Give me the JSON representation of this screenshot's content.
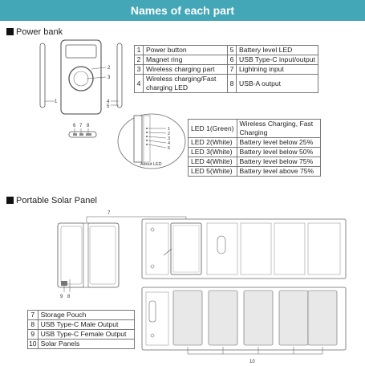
{
  "banner_title": "Names of each part",
  "power_bank": {
    "section_title": "Power bank",
    "callouts": [
      "1",
      "2",
      "3",
      "4",
      "5",
      "6",
      "7",
      "8"
    ],
    "about_led_label": "About LED",
    "led_callouts": [
      "1",
      "2",
      "3",
      "4",
      "5"
    ],
    "parts_table": [
      {
        "num_a": "1",
        "name_a": "Power button",
        "num_b": "5",
        "name_b": "Battery level LED"
      },
      {
        "num_a": "2",
        "name_a": "Magnet ring",
        "num_b": "6",
        "name_b": "USB Type-C input/output"
      },
      {
        "num_a": "3",
        "name_a": "Wireless charging part",
        "num_b": "7",
        "name_b": "Lightning input"
      },
      {
        "num_a": "4",
        "name_a": "Wireless charging/Fast charging LED",
        "num_b": "8",
        "name_b": "USB-A output"
      }
    ],
    "led_table": [
      {
        "led": "LED 1(Green)",
        "meaning": "Wireless Charging, Fast Charging"
      },
      {
        "led": "LED 2(White)",
        "meaning": "Battery level below 25%"
      },
      {
        "led": "LED 3(White)",
        "meaning": "Battery level below 50%"
      },
      {
        "led": "LED 4(White)",
        "meaning": "Battery level below 75%"
      },
      {
        "led": "LED 5(White)",
        "meaning": "Battery level above 75%"
      }
    ]
  },
  "solar_panel": {
    "section_title": "Portable Solar Panel",
    "callouts": [
      "7",
      "8",
      "9",
      "10"
    ],
    "parts_table": [
      {
        "num": "7",
        "name": "Storage Pouch"
      },
      {
        "num": "8",
        "name": "USB Type-C Male Output"
      },
      {
        "num": "9",
        "name": "USB Type-C Female Output"
      },
      {
        "num": "10",
        "name": "Solar Panels"
      }
    ]
  }
}
